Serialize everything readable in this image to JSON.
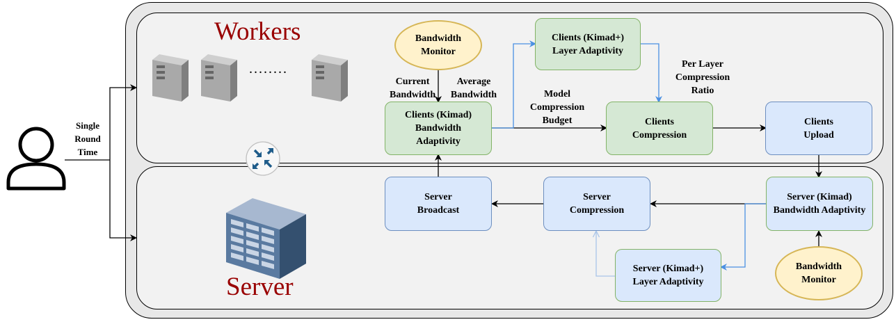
{
  "workers_title": "Workers",
  "server_title": "Server",
  "dots": "........",
  "user": {
    "label": "Single Round Time"
  },
  "boxes": {
    "bw_monitor_top": "Bandwidth Monitor",
    "clients_layer": "Clients (Kimad+) Layer Adaptivity",
    "clients_bw": "Clients (Kimad) Bandwidth Adaptivity",
    "clients_compression": "Clients Compression",
    "clients_upload": "Clients Upload",
    "server_broadcast": "Server Broadcast",
    "server_compression": "Server Compression",
    "server_bw": "Server (Kimad) Bandwidth Adaptivity",
    "server_layer": "Server (Kimad+) Layer Adaptivity",
    "bw_monitor_bottom": "Bandwidth Monitor"
  },
  "edge_labels": {
    "current_bw": "Current Bandwidth",
    "average_bw": "Average Bandwidth",
    "model_budget": "Model Compression Budget",
    "per_layer": "Per Layer Compression Ratio"
  },
  "colors": {
    "green_fill": "#d5e8d4",
    "green_stroke": "#82b366",
    "blue_fill": "#dae8fc",
    "blue_stroke": "#6c8ebf",
    "yellow_fill": "#fff2cc",
    "yellow_stroke": "#d6b656",
    "title_red": "#990000",
    "link_blue": "#4a90e2"
  },
  "icons": [
    "user-icon",
    "server-tower-icon",
    "router-icon",
    "server-rack-icon"
  ]
}
